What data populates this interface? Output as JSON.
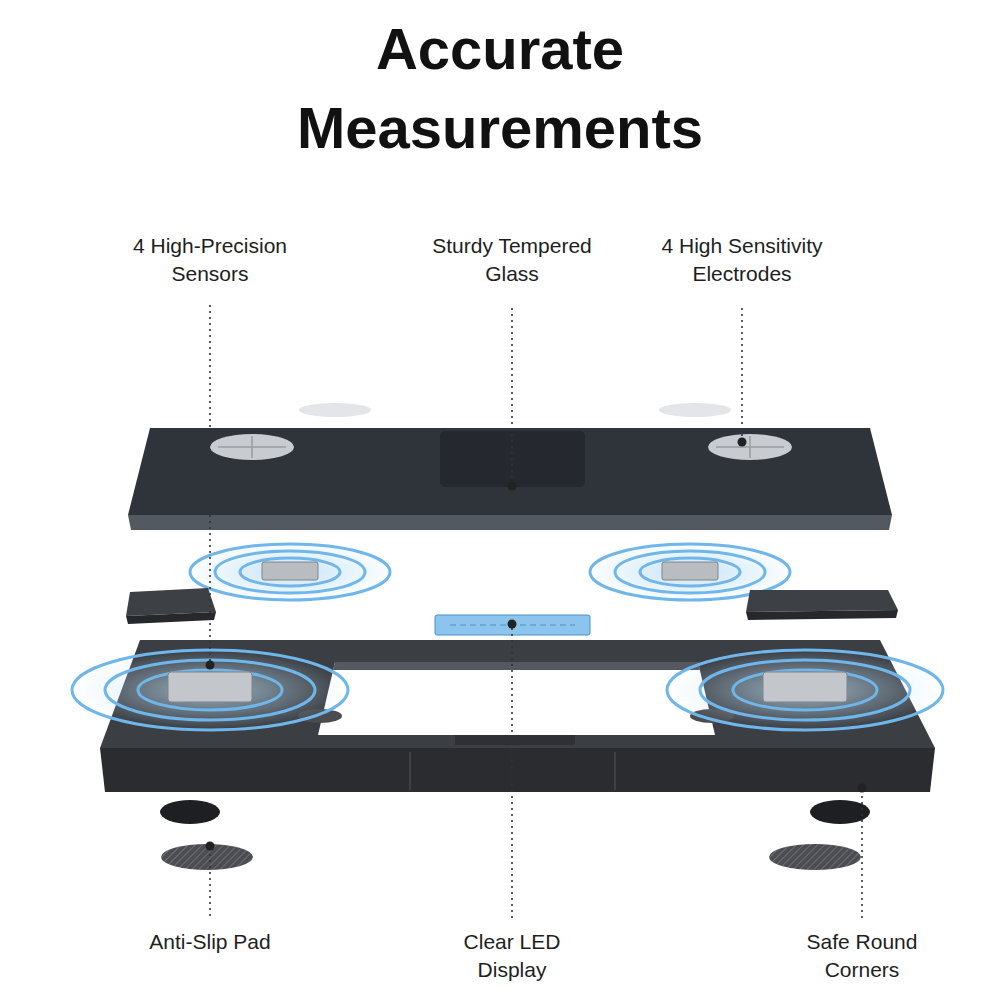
{
  "diagram": {
    "title": "Accurate Measurements",
    "labels": [
      "4 High-Precision Sensors",
      "Sturdy Tempered Glass",
      "4 High Sensitivity Electrodes",
      "Anti-Slip Pad",
      "Clear LED Display",
      "Safe Round Corners"
    ]
  }
}
